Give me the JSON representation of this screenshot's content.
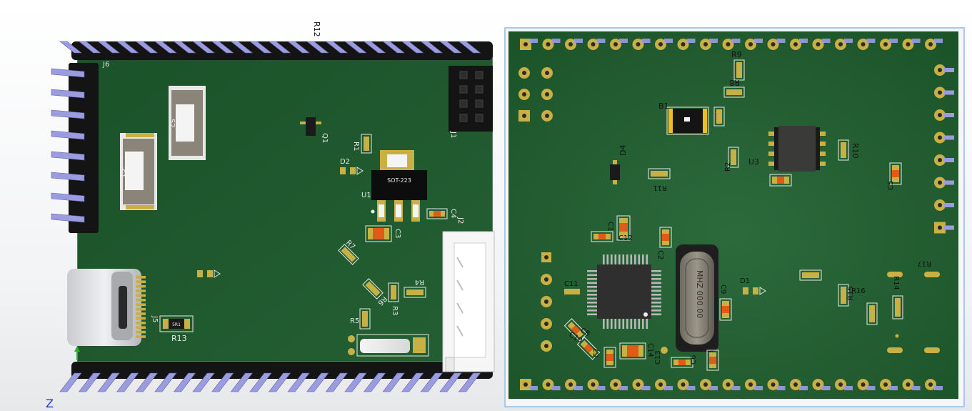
{
  "colors": {
    "pcb": "#1f5a2e",
    "pcb_light": "#2a6b3a",
    "pin": "#9b9be0",
    "pin_dark": "#5e5ea8",
    "header_body": "#141414",
    "pad_gold": "#c8b045",
    "silkscreen": "#e8e8e8",
    "capacitor_orange": "#e05a18",
    "viewport_border": "#a9c9ea",
    "axis_z": "#1e3cc8"
  },
  "bottom_view": {
    "labels": {
      "r12": "R12",
      "j6": "J6",
      "s2": "S2",
      "s1": "S1",
      "q1": "Q1",
      "j1": "J1",
      "r1": "R1",
      "d2": "D2",
      "u1": "U1",
      "u1_package": "SOT-223",
      "c4": "C4",
      "j2": "J2",
      "c3": "C3",
      "r7": "R7",
      "r4": "R4",
      "r6": "R6",
      "r3": "R3",
      "r5": "R5",
      "j5": "J5",
      "r13": "R13",
      "r13_value": "5R1",
      "axis_z": "Z"
    }
  },
  "top_view": {
    "labels": {
      "r9": "R9",
      "r8": "R8",
      "b1": "B1",
      "d4": "D4",
      "r11": "R11",
      "r2": "R2",
      "u3": "U3",
      "r10": "R10",
      "c5": "C5",
      "c1": "C1",
      "c12": "C12",
      "c2": "C2",
      "crystal_marking": "MHZ 000.00",
      "c11": "C11",
      "c10": "C10",
      "c8": "C8",
      "c7": "C7",
      "c14": "C14",
      "c9": "C9",
      "d1": "D1",
      "c13": "C13",
      "c6": "C6",
      "r16": "R16",
      "r15": "R15",
      "r17": "R17",
      "r14": "R14"
    }
  }
}
